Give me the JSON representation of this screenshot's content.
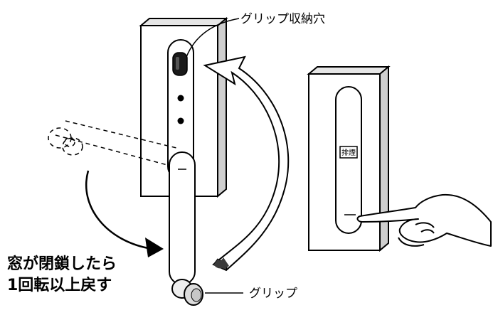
{
  "labels": {
    "grip_slot": "グリップ収納穴",
    "grip": "グリップ",
    "instruction_line1": "窓が閉鎖したら",
    "instruction_line2": "1回転以上戻す",
    "button_text": "排煙"
  },
  "colors": {
    "line": "#000000",
    "panel_face": "#ffffff",
    "panel_side": "#d9d9d9",
    "slot_fill": "#1a1a1a",
    "arrow_dark": "#3a3a3a"
  }
}
